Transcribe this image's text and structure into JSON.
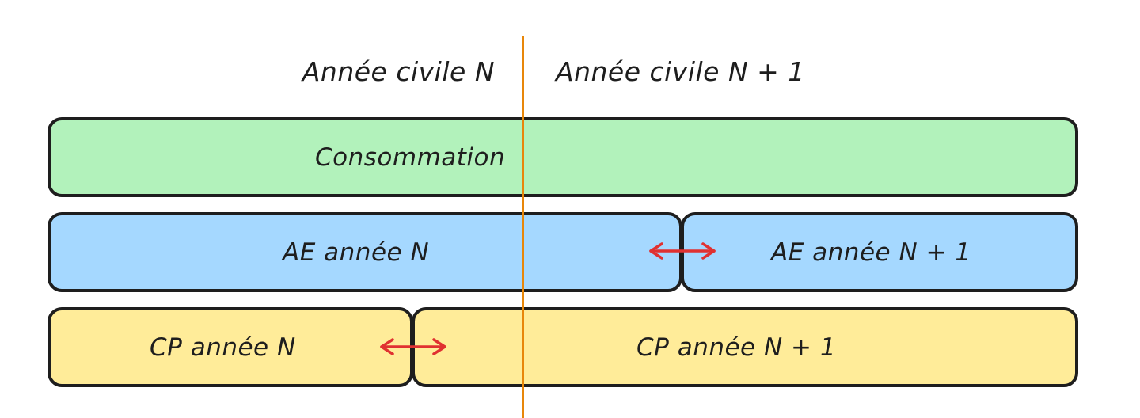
{
  "header": {
    "left_label": "Année civile N",
    "right_label": "Année civile N + 1"
  },
  "rows": {
    "consommation": {
      "label": "Consommation"
    },
    "ae_n": {
      "label": "AE année N"
    },
    "ae_n1": {
      "label": "AE année N + 1"
    },
    "cp_n": {
      "label": "CP année N"
    },
    "cp_n1": {
      "label": "CP année N + 1"
    }
  },
  "colors": {
    "divider": "#e8870a",
    "consommation": "#b2f2bb",
    "ae": "#a5d8ff",
    "cp": "#ffec99",
    "arrow": "#e03131",
    "stroke": "#1e1e1e"
  }
}
